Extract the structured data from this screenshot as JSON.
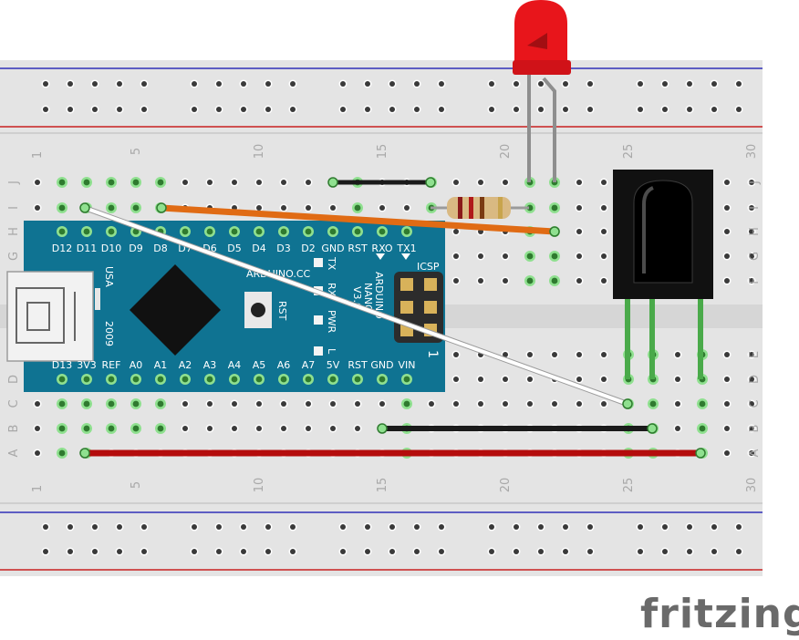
{
  "breadboard": {
    "column_numbers": [
      "1",
      "5",
      "10",
      "15",
      "20",
      "25",
      "30"
    ],
    "row_letters_upper": [
      "J",
      "I",
      "H",
      "G",
      "F"
    ],
    "row_letters_lower": [
      "E",
      "D",
      "C",
      "B",
      "A"
    ]
  },
  "arduino": {
    "top_pins": [
      "D12",
      "D11",
      "D10",
      "D9",
      "D8",
      "D7",
      "D6",
      "D5",
      "D4",
      "D3",
      "D2",
      "GND",
      "RST",
      "RXO",
      "TX1"
    ],
    "bottom_pins": [
      "D13",
      "3V3",
      "REF",
      "A0",
      "A1",
      "A2",
      "A3",
      "A4",
      "A5",
      "A6",
      "A7",
      "5V",
      "RST",
      "GND",
      "VIN"
    ],
    "usb_label": "USA",
    "year_label": "2009",
    "site_label": "ARDUINO.CC",
    "board_name": "ARDUINO",
    "board_model": "NANO",
    "board_version": "V3.0",
    "rst_button_label": "RST",
    "led_labels": [
      "TX",
      "RX",
      "PWR",
      "L"
    ],
    "icsp_label": "ICSP",
    "icsp_pin1": "1"
  },
  "colors": {
    "breadboard_body": "#e4e4e4",
    "power_rail_blue": "#3030b8",
    "power_rail_red": "#c82020",
    "arduino_blue": "#0f7392",
    "wire_white": "#ffffff",
    "wire_orange": "#e06b14",
    "wire_black": "#1a1a1a",
    "wire_red": "#b40c0c",
    "wire_green": "#4aaa4a",
    "led_red": "#e8151b",
    "ir_receiver": "#111111"
  },
  "watermark": "fritzing"
}
